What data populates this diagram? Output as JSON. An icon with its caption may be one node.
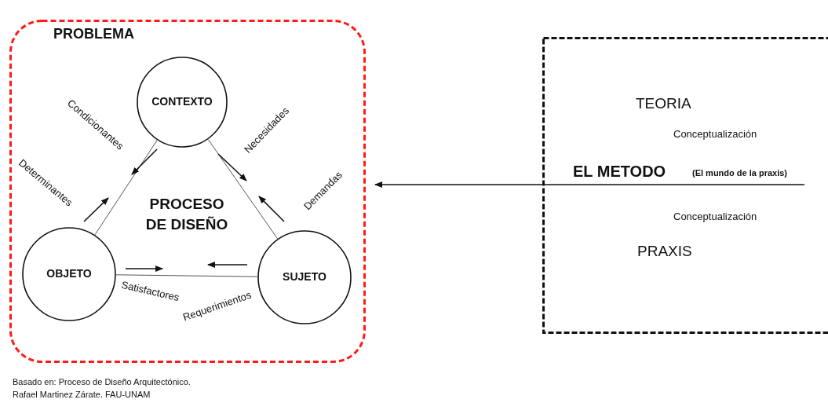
{
  "diagram": {
    "caption": "Basado en: Proceso de Diseño Arquitectónico. Rafael Martinez Zárate. FAU-UNAM",
    "nodes": [
      {
        "text": [
          "PROBLEMA"
        ]
      },
      {
        "text": [
          "CONTEXTO"
        ],
        "in": 0
      },
      {
        "text": [
          "OBJETO"
        ],
        "in": 0
      },
      {
        "text": [
          "SUJETO"
        ],
        "in": 0
      },
      {
        "text": [
          "TEORIA",
          "Conceptualización",
          "EL METODO",
          "(El mundo de la praxis)",
          "Conceptualización",
          "PRAXIS"
        ]
      }
    ],
    "edges": [
      {
        "from": 1,
        "to": 2,
        "arrow": "none"
      },
      {
        "from": 1,
        "to": 3,
        "arrow": "none"
      },
      {
        "from": 2,
        "to": 3,
        "arrow": "none"
      },
      {
        "from": 4,
        "to": 0,
        "arrow": "to"
      }
    ],
    "labels": [
      "Condicionantes",
      "Necesidades",
      "Determinantes",
      "PROCESO DE DISEÑO",
      "Demandas",
      "Satisfactores",
      "Requerimientos"
    ]
  }
}
